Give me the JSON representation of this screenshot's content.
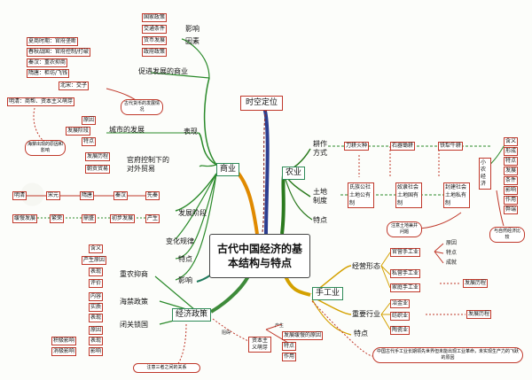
{
  "center": {
    "title_line1": "古代中国经济的基",
    "title_line2": "本结构与特点"
  },
  "top": {
    "label": "时空定位"
  },
  "agri": {
    "label": "农业",
    "gengzuo": "耕作方式",
    "tudi": "土地制度",
    "tedian": "特点",
    "methods": [
      "刀耕火种",
      "石器锄耕",
      "铁犁牛耕"
    ],
    "systems": [
      "氏族公社土地公有制",
      "奴隶社会土地国有制",
      "封建社会土地私有制"
    ],
    "land_note": "注意土地兼并问题",
    "xiaonong": "小农经济",
    "xiaonong_items": [
      "含义",
      "形成",
      "特点",
      "发展",
      "条件",
      "影响",
      "作用",
      "弊端"
    ],
    "compare": "与自然经济比较"
  },
  "handicraft": {
    "label": "手工业",
    "jingying": "经营形态",
    "guanying": "官营手工业",
    "siying": "私营手工业",
    "jiating": "家庭手工业",
    "guan_items": [
      "原因",
      "特点",
      "成就"
    ],
    "fazhan1": "发展历程",
    "zhongyao": "重要行业",
    "industries": [
      "冶金业",
      "纺织业",
      "陶瓷业"
    ],
    "fazhan2": "发展历程",
    "tedian": "特点",
    "note": "中国古代手工业长期领先世界但未能出现工业革命，未实现生产力的飞跃的原因"
  },
  "commerce": {
    "label": "商业",
    "yingxiang": "影响",
    "yinsu": "因素",
    "factors": [
      "国家政策",
      "交通条件",
      "货币发展",
      "政府政策"
    ],
    "fazhan_label": "促进发展的商业",
    "dynasties": [
      "夏商时期：官府垄断",
      "春秋战国：官府控制/打破",
      "秦汉：重农抑商",
      "隋唐：柜坊/飞钱",
      "北宋：交子",
      "明清：商帮、资本主义萌芽"
    ],
    "coin_note": "古代货币的发展情况",
    "haipin": "海禁出现的原因和影响",
    "biaoxian": "表现",
    "city": "城市的发展",
    "city_items": [
      "原因",
      "发展阶段",
      "特点"
    ],
    "guanfu": "官府控制下的对外贸易",
    "guanfu_items": [
      "发展历程",
      "朝贡贸易"
    ],
    "stages": [
      "明清",
      "宋元",
      "隋唐",
      "秦汉",
      "先秦"
    ],
    "stage_feats": [
      "缓慢发展",
      "繁荣",
      "鼎盛",
      "初步发展",
      "产生"
    ],
    "jieduan": "发展阶段",
    "bianhua": "变化规律",
    "tedian": "特点",
    "yingxiang2": "影响"
  },
  "policy": {
    "label": "经济政策",
    "zhongnong": "重农抑商",
    "zn_items": [
      "含义",
      "产生原因",
      "表现",
      "评价"
    ],
    "haijin": "海禁政策",
    "hj_items": [
      "内容",
      "实质",
      "表现"
    ],
    "biguan": "闭关锁国",
    "bg_items": [
      "原因",
      "表现",
      "影响"
    ],
    "extra": [
      "积极影响",
      "消极影响"
    ],
    "note": "注意三者之间的关系"
  },
  "capitalism": {
    "label": "资本主义萌芽",
    "chansheng": "产生",
    "zuli": "阻碍",
    "items": [
      "发展缓慢的原因",
      "特点",
      "作用"
    ]
  }
}
